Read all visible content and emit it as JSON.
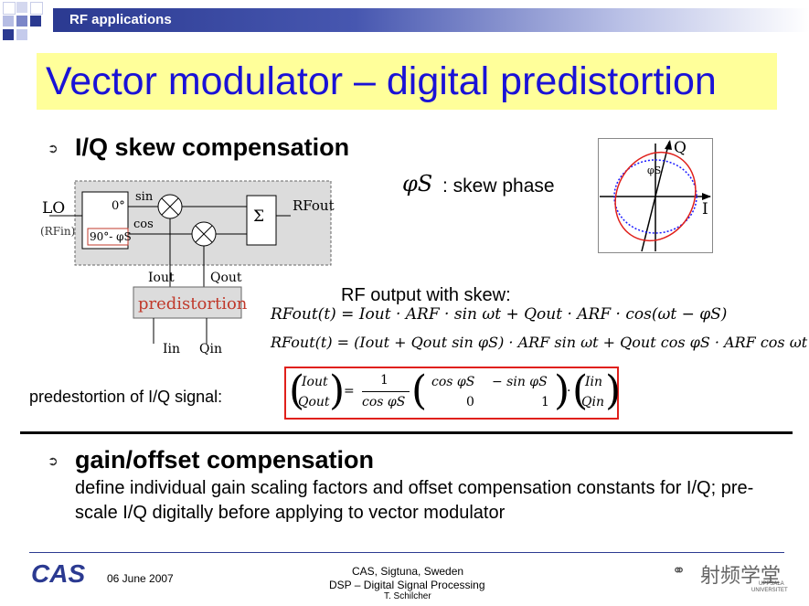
{
  "header": {
    "section": "RF applications"
  },
  "slide": {
    "title": "Vector modulator – digital predistortion"
  },
  "section1": {
    "heading": "I/Q skew compensation",
    "skew_symbol": "φS",
    "skew_label": ": skew phase",
    "rf_label": "RF output with skew:",
    "eq1": "RFout(t) = Iout · ARF · sin ωt + Qout · ARF · cos(ωt − φS)",
    "eq2": "RFout(t) = (Iout + Qout sin φS) · ARF sin ωt + Qout cos φS · ARF cos ωt",
    "predist_label": "predestortion of I/Q signal:",
    "matrix_eq": {
      "lhs_top": "Iout",
      "lhs_bot": "Qout",
      "frac_num": "1",
      "frac_den": "cos φS",
      "m11": "cos φS",
      "m12": "− sin φS",
      "m21": "0",
      "m22": "1",
      "rhs_top": "Iin",
      "rhs_bot": "Qin"
    }
  },
  "diagram": {
    "lo": "LO",
    "rf_in": "(RFin)",
    "deg0": "0°",
    "deg90": "90°- φS",
    "sin": "sin",
    "cos": "cos",
    "sum": "Σ",
    "rf_out": "RFout",
    "i_out": "Iout",
    "q_out": "Qout",
    "predistortion": "predistortion",
    "i_in": "Iin",
    "q_in": "Qin"
  },
  "plot": {
    "q_label": "Q",
    "i_label": "I",
    "phi_label": "φS"
  },
  "section2": {
    "heading": "gain/offset compensation",
    "body": "define individual gain scaling factors and offset compensation constants for I/Q; pre-scale I/Q digitally before applying to vector modulator"
  },
  "footer": {
    "logo": "CAS",
    "date": "06 June 2007",
    "line1": "CAS, Sigtuna, Sweden",
    "line2": "DSP – Digital Signal Processing",
    "line3": "T. Schilcher",
    "watermark": "射频学堂",
    "uni1": "UPPSALA",
    "uni2": "UNIVERSITET"
  },
  "colors": {
    "header_blue": "#2b3a91",
    "title_text": "#1a12d6",
    "title_bg": "#ffff9a",
    "predist_red": "#c0392b",
    "frame_red": "#e0201b"
  }
}
